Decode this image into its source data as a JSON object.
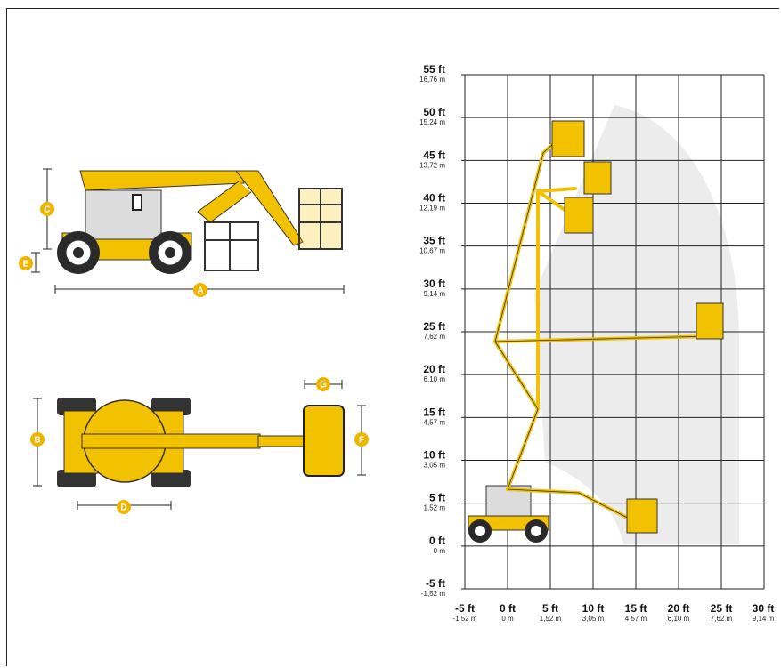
{
  "diagram": {
    "dimension_badges": [
      {
        "letter": "A",
        "view": "side"
      },
      {
        "letter": "C",
        "view": "side"
      },
      {
        "letter": "E",
        "view": "side"
      },
      {
        "letter": "B",
        "view": "top"
      },
      {
        "letter": "D",
        "view": "top"
      },
      {
        "letter": "F",
        "view": "top"
      },
      {
        "letter": "G",
        "view": "top"
      }
    ],
    "reach_chart": {
      "y_ticks": [
        {
          "ft": "55 ft",
          "m": "16,76 m"
        },
        {
          "ft": "50 ft",
          "m": "15,24 m"
        },
        {
          "ft": "45 ft",
          "m": "13,72 m"
        },
        {
          "ft": "40 ft",
          "m": "12,19 m"
        },
        {
          "ft": "35 ft",
          "m": "10,67 m"
        },
        {
          "ft": "30 ft",
          "m": "9,14 m"
        },
        {
          "ft": "25 ft",
          "m": "7,62 m"
        },
        {
          "ft": "20 ft",
          "m": "6,10 m"
        },
        {
          "ft": "15 ft",
          "m": "4,57 m"
        },
        {
          "ft": "10 ft",
          "m": "3,05 m"
        },
        {
          "ft": "5 ft",
          "m": "1,52 m"
        },
        {
          "ft": "0 ft",
          "m": "0 m"
        },
        {
          "ft": "-5 ft",
          "m": "-1,52 m"
        }
      ],
      "x_ticks": [
        {
          "ft": "-5 ft",
          "m": "-1,52 m"
        },
        {
          "ft": "0 ft",
          "m": "0 m"
        },
        {
          "ft": "5 ft",
          "m": "1,52 m"
        },
        {
          "ft": "10 ft",
          "m": "3,05 m"
        },
        {
          "ft": "15 ft",
          "m": "4,57 m"
        },
        {
          "ft": "20 ft",
          "m": "6,10 m"
        },
        {
          "ft": "25 ft",
          "m": "7,62 m"
        },
        {
          "ft": "30 ft",
          "m": "9,14 m"
        }
      ]
    },
    "colors": {
      "machine_yellow": "#f2c200",
      "badge_yellow": "#f0b400",
      "envelope_gray": "#ececec",
      "grid": "#222222"
    }
  }
}
